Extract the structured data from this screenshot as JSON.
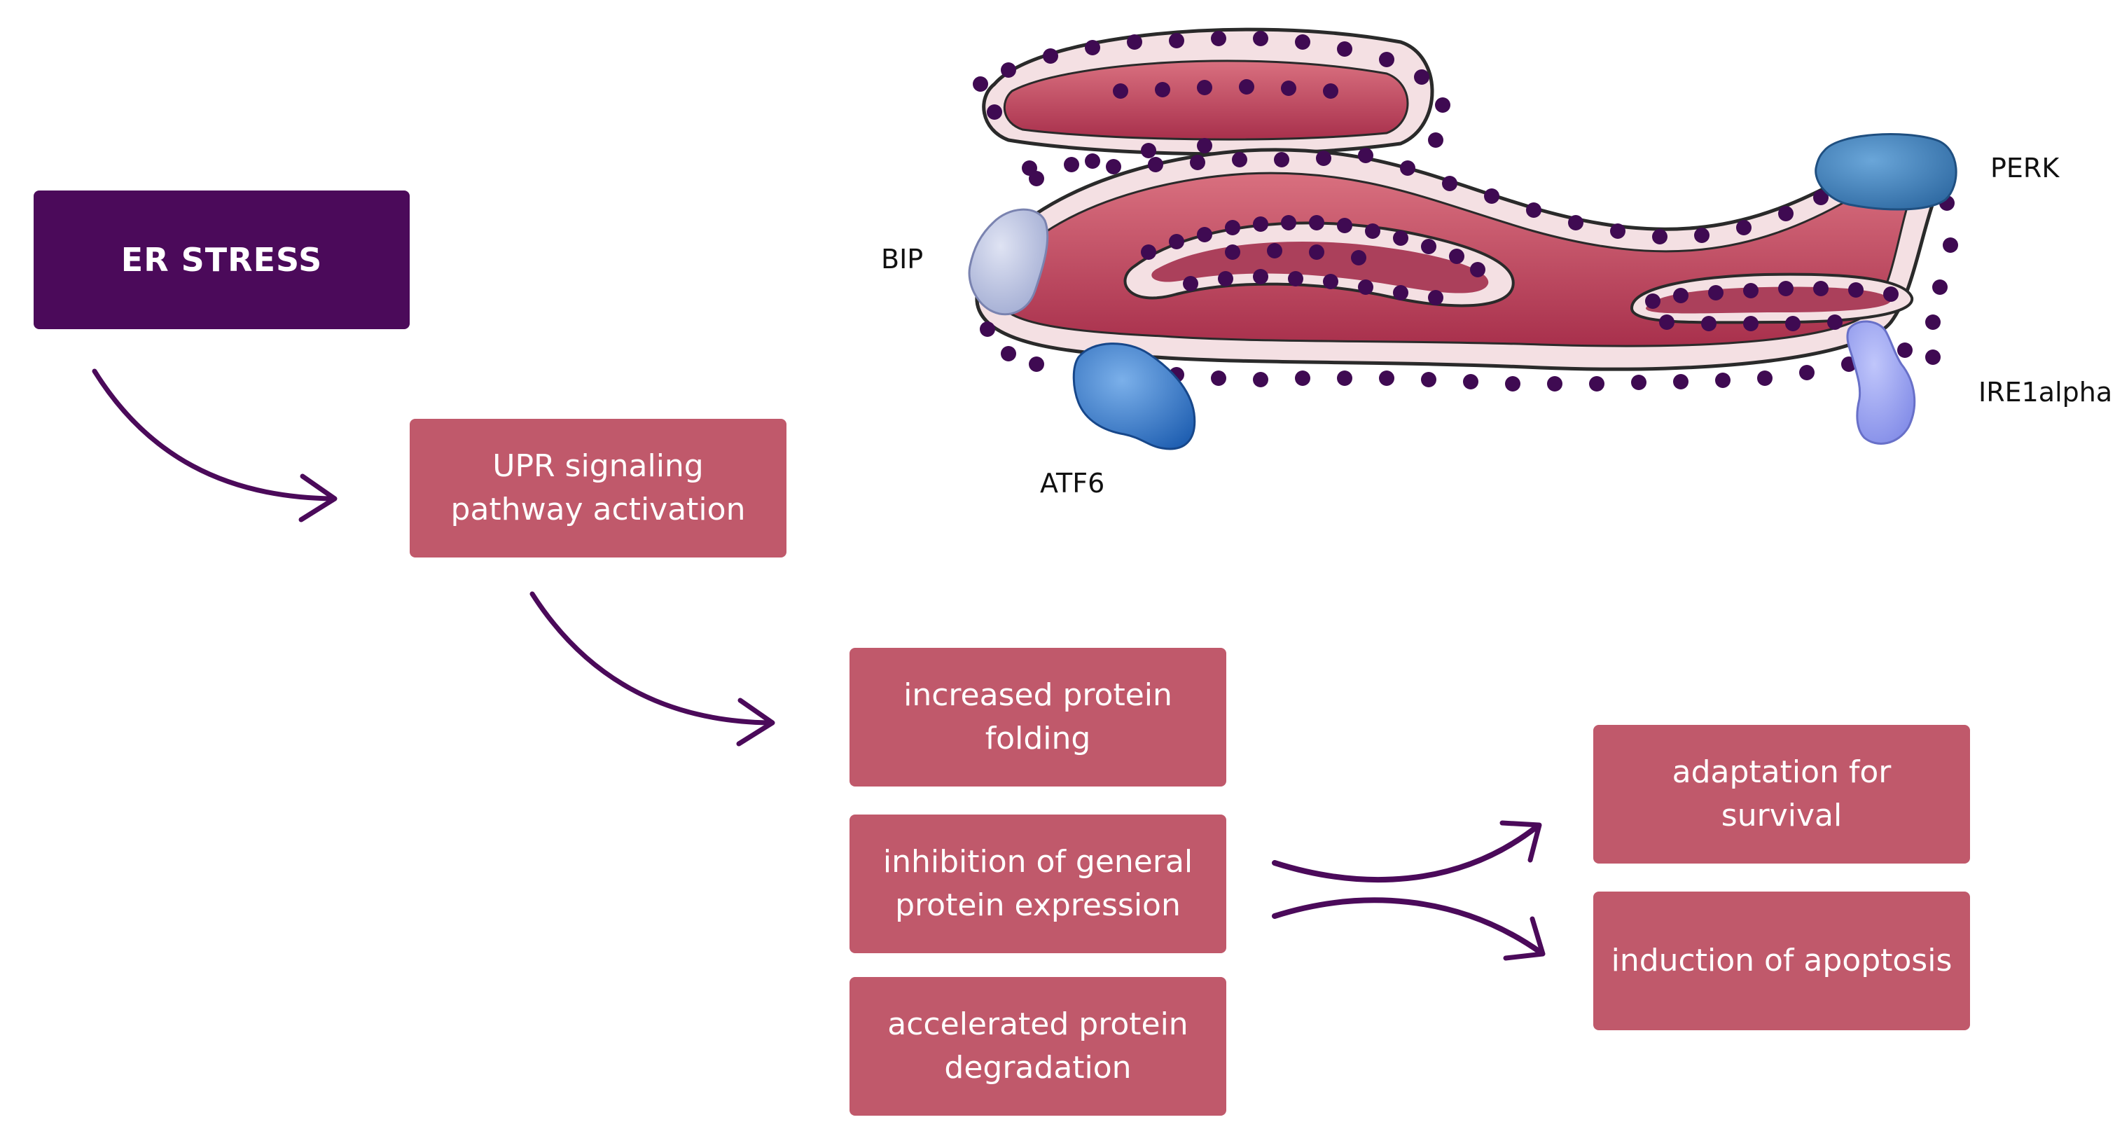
{
  "colors": {
    "dark": "#4b0a5a",
    "pink": "#c0596b",
    "arrow": "#4b0a5a",
    "er_outer": "#f2d7db",
    "er_lumen": "#c44d63",
    "er_dark": "#9e2343",
    "ribosome": "#3f0a52",
    "bip": "#b7bfdd",
    "perk": "#3a7fbf",
    "atf6": "#3d7fd2",
    "ire1": "#9aa3ef"
  },
  "nodes": {
    "er_stress": "ER STRESS",
    "upr": "UPR signaling pathway activation",
    "folding": "increased protein folding",
    "inhibition": "inhibition of general protein expression",
    "degradation": "accelerated protein degradation",
    "adaptation": "adaptation for survival",
    "apoptosis": "induction of apoptosis"
  },
  "labels": {
    "bip": "BIP",
    "perk": "PERK",
    "atf6": "ATF6",
    "ire1": "IRE1alpha"
  },
  "illustration": {
    "icons": [
      "er-membrane-icon",
      "ribosome-dots-icon",
      "bip-protein-icon",
      "perk-protein-icon",
      "atf6-protein-icon",
      "ire1-protein-icon"
    ]
  }
}
